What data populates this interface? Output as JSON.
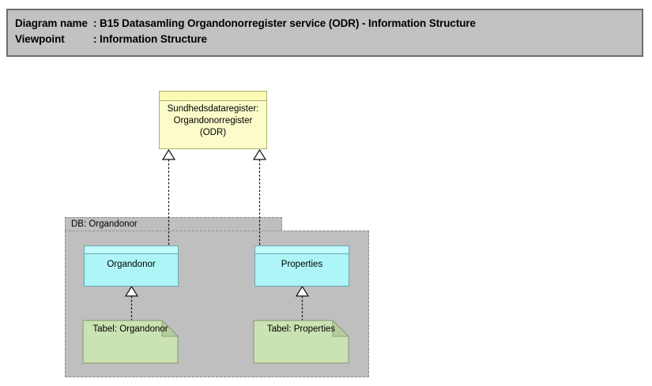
{
  "header": {
    "rows": [
      {
        "label": "Diagram name",
        "colon": ": ",
        "value": "B15 Datasamling Organdonorregister service (ODR) - Information Structure"
      },
      {
        "label": "Viewpoint",
        "colon": ": ",
        "value": "Information Structure"
      }
    ]
  },
  "nodes": {
    "service": {
      "label": "Sundhedsdataregister:\nOrgandonorregister\n(ODR)"
    },
    "organdonor": {
      "label": "Organdonor"
    },
    "properties": {
      "label": "Properties"
    }
  },
  "group": {
    "label": "DB: Organdonor"
  },
  "notes": [
    {
      "label": "Tabel: Organdonor"
    },
    {
      "label": "Tabel: Properties"
    }
  ],
  "icons": {
    "realization_arrowhead": "hollow-upward-triangle",
    "note_fold": "folded-corner"
  },
  "colors": {
    "page_bg": "#ffffff",
    "text": "#000000",
    "header_fill": "#c2c2c2",
    "header_border": "#6e6e6e",
    "yellow_fill": "#fcfccb",
    "yellow_band": "#fafab4",
    "yellow_border": "#aeae6d",
    "cyan_fill": "#aef5f7",
    "cyan_band": "#c3fbfc",
    "cyan_border": "#64a9b2",
    "group_fill": "#bfbfbf",
    "group_border": "#8e8e8e",
    "note_fill": "#cbe2b2",
    "note_fold": "#b7cda0",
    "note_border": "#8f9f7d",
    "connector": "#111111",
    "arrowhead_fill": "#ffffff"
  }
}
